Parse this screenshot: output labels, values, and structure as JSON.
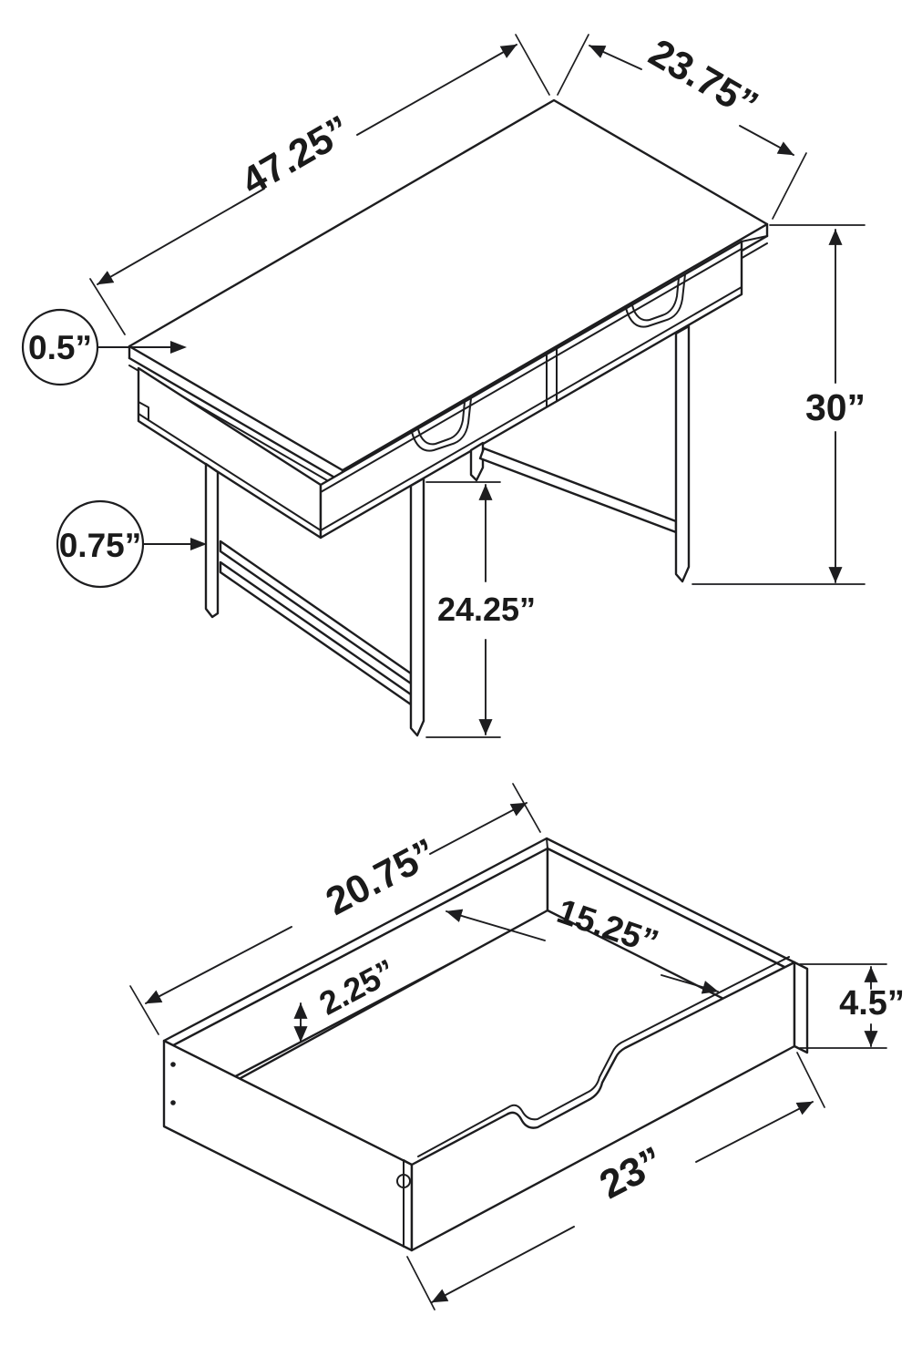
{
  "diagram": {
    "desk": {
      "width_label": "47.25”",
      "depth_label": "23.75”",
      "top_thickness_label": "0.5”",
      "height_label": "30”",
      "frame_thickness_label": "0.75”",
      "clearance_label": "24.25”"
    },
    "drawer": {
      "length_label": "20.75”",
      "inner_depth_label": "15.25”",
      "inner_height_label": "2.25”",
      "side_height_label": "4.5”",
      "front_width_label": "23”"
    },
    "colors": {
      "line": "#1d1d1f",
      "text": "#1a1a1a",
      "background": "#ffffff"
    }
  }
}
